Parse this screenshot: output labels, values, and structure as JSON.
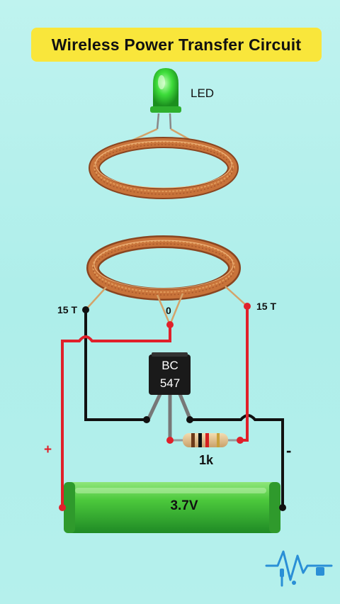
{
  "title": "Wireless Power Transfer Circuit",
  "labels": {
    "led": "LED",
    "turns_left": "15 T",
    "turns_right": "15 T",
    "center_tap": "0",
    "transistor_line1": "BC",
    "transistor_line2": "547",
    "resistor": "1k",
    "plus": "+",
    "minus": "-",
    "battery": "3.7V"
  },
  "colors": {
    "banner": "#f9e63b",
    "positive_wire": "#e0202a",
    "negative_wire": "#111111",
    "battery": "#3fbf3a",
    "coil": "#c8733a",
    "led": "#3ddc3a",
    "logo": "#2a8fd6"
  },
  "icons": [
    "led-icon",
    "receiver-coil-icon",
    "transmitter-coil-icon",
    "transistor-icon",
    "resistor-icon",
    "battery-icon",
    "brand-logo-icon"
  ]
}
